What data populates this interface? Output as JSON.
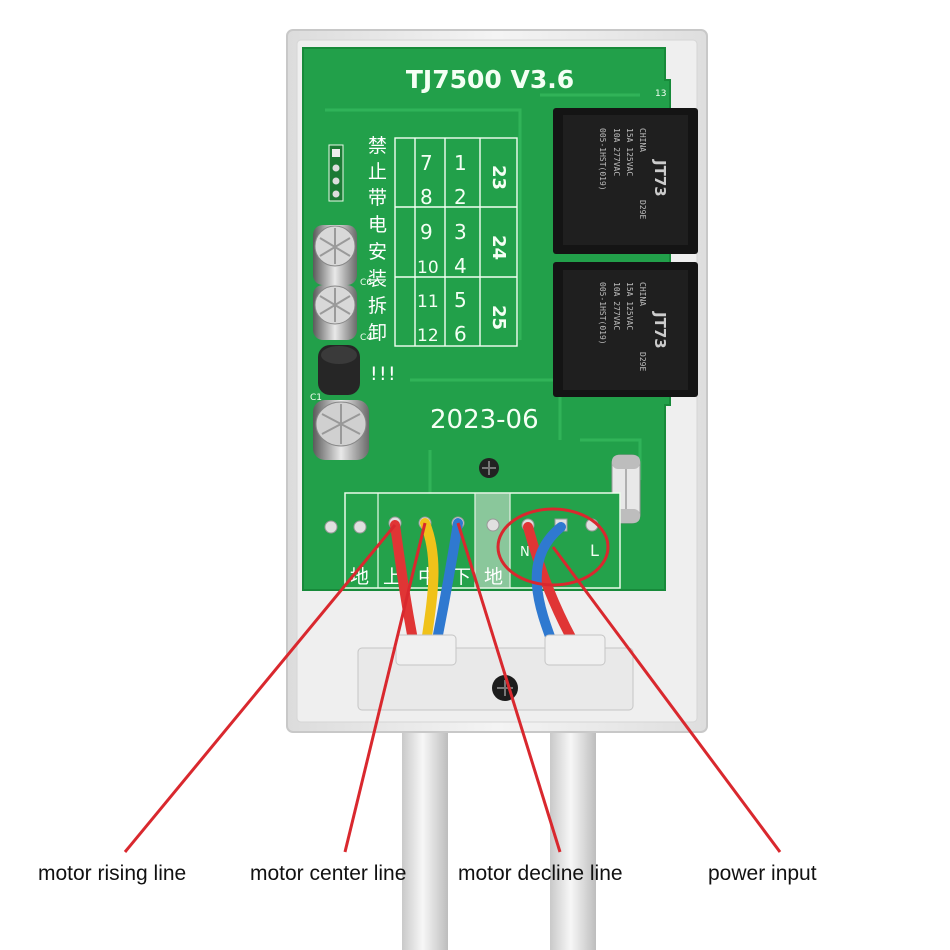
{
  "board": {
    "model": "TJ7500 V3.6",
    "date_code": "2023-06",
    "corner_mark": "13",
    "warning_chars": [
      "禁",
      "止",
      "带",
      "电",
      "安",
      "装",
      "拆",
      "卸",
      "!",
      "!",
      "!"
    ],
    "table": {
      "headers": [
        "23",
        "24",
        "25"
      ],
      "rows": [
        [
          "1",
          "2",
          "3",
          "4",
          "5",
          "6"
        ],
        [
          "7",
          "8",
          "9",
          "10",
          "11",
          "12"
        ]
      ]
    },
    "cap_labels": [
      "C6",
      "C4",
      "C1"
    ],
    "terminal_labels": [
      "地",
      "上",
      "中",
      "下",
      "地",
      "N",
      "L"
    ]
  },
  "relays": [
    {
      "brand": "JT73",
      "model": "005-1HST(019)",
      "rating1": "10A 277VAC",
      "rating2": "15A 125VAC",
      "origin": "CHINA",
      "code": "D29E"
    },
    {
      "brand": "JT73",
      "model": "005-1HST(019)",
      "rating1": "10A 277VAC",
      "rating2": "15A 125VAC",
      "origin": "CHINA",
      "code": "D29E"
    }
  ],
  "annotations": {
    "rising": "motor rising line",
    "center": "motor center line",
    "decline": "motor decline line",
    "power": "power input"
  },
  "colors": {
    "pcb": "#22a04a",
    "annotation": "#d9282e",
    "wire_red": "#e03535",
    "wire_yellow": "#f0c21a",
    "wire_blue": "#2f79d0",
    "housing": "#eeeeee"
  }
}
